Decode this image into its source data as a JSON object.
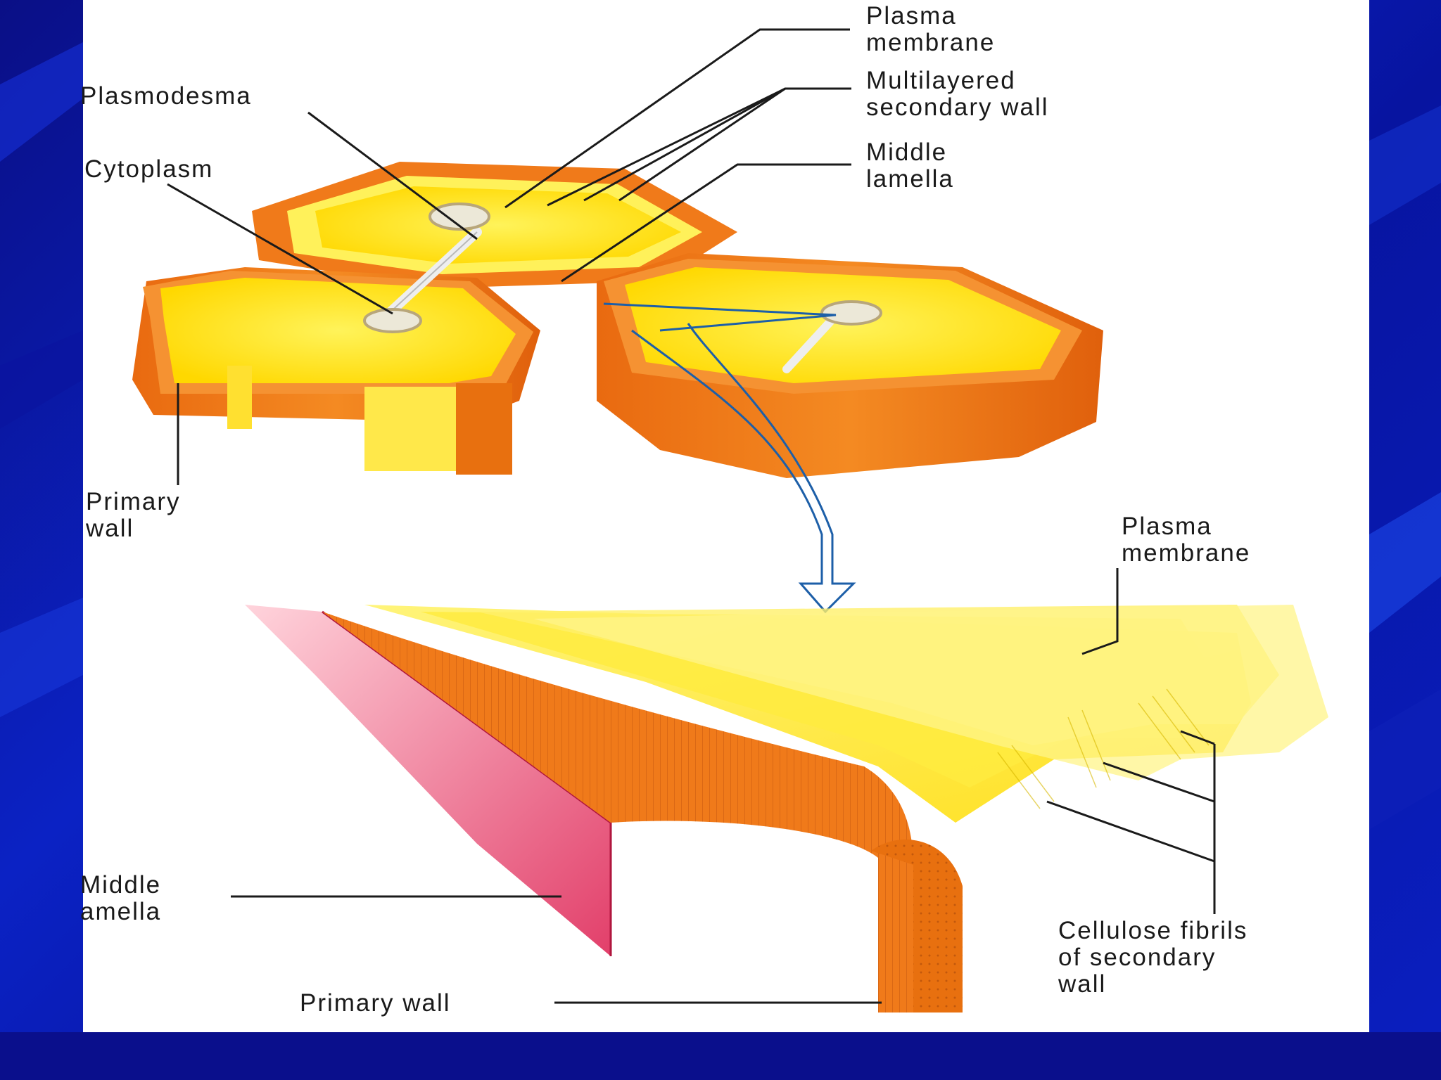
{
  "labels": {
    "plasma_membrane_top": [
      "Plasma",
      "membrane"
    ],
    "multilayered_secondary_wall": [
      "Multilayered",
      "secondary wall"
    ],
    "plasmodesma": "Plasmodesma",
    "middle_lamella_top": [
      "Middle",
      "lamella"
    ],
    "cytoplasm": "Cytoplasm",
    "primary_wall_top": [
      "Primary",
      "wall"
    ],
    "plasma_membrane_bottom": [
      "Plasma",
      "membrane"
    ],
    "middle_lamella_bottom": [
      "Middle",
      "amella"
    ],
    "cellulose_fibrils": [
      "Cellulose fibrils",
      "of secondary",
      "wall"
    ],
    "primary_wall_bottom": "Primary wall"
  },
  "colors": {
    "background": "#0b1bb0",
    "panel": "#ffffff",
    "cell_wall_orange": "#f07a1a",
    "cell_interior_yellow": "#ffe81a",
    "middle_lamella_pink": "#e8456e",
    "leader_line": "#1a1a1a",
    "arrow_blue": "#1d5fa8"
  }
}
